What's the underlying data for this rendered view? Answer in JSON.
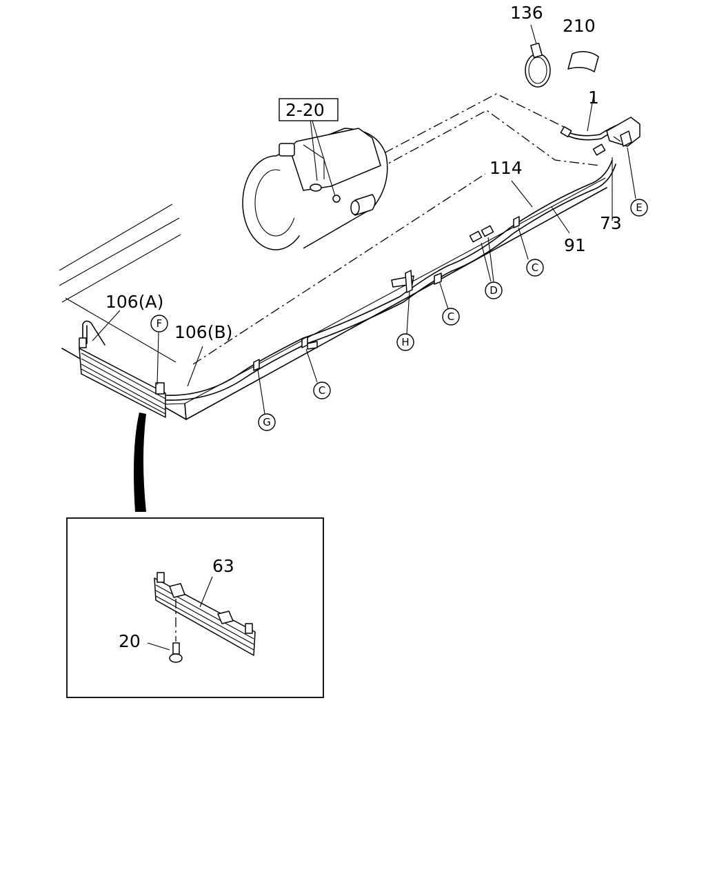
{
  "callouts": {
    "p136": "136",
    "p210": "210",
    "p1": "1",
    "p2_20": "2-20",
    "p114": "114",
    "p73": "73",
    "p91": "91",
    "p106a": "106(A)",
    "p106b": "106(B)",
    "p63": "63",
    "p20": "20"
  },
  "refs": {
    "E": "E",
    "C1": "C",
    "C2": "C",
    "C3": "C",
    "D": "D",
    "H": "H",
    "F": "F",
    "G": "G"
  }
}
